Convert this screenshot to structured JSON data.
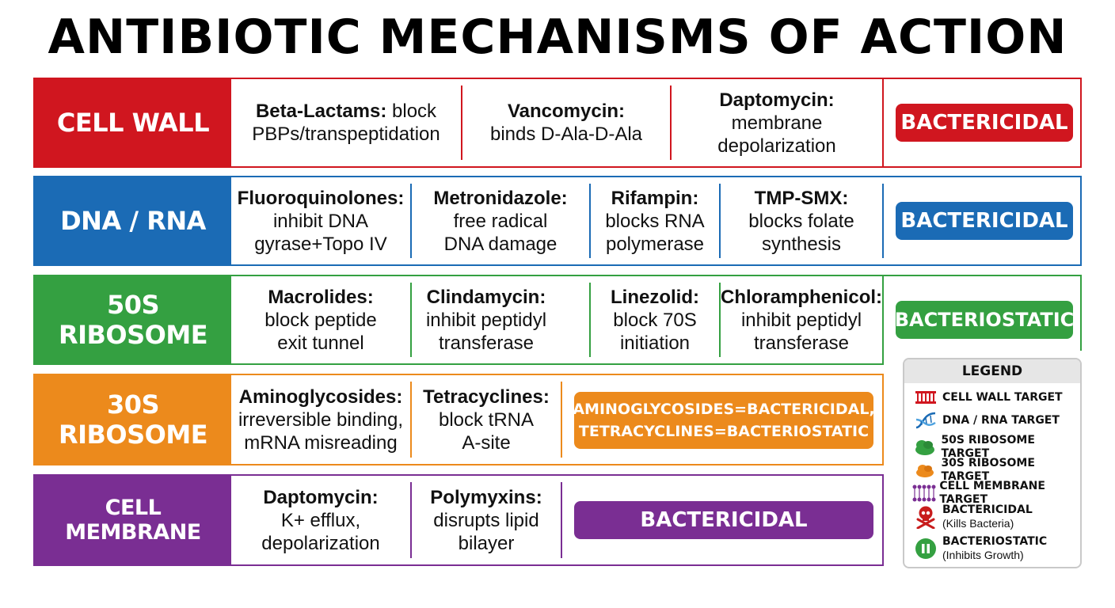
{
  "title": "ANTIBIOTIC MECHANISMS OF ACTION",
  "colors": {
    "red": "#d0161f",
    "blue": "#1b6bb5",
    "green": "#34a041",
    "orange": "#ec8a1c",
    "purple": "#7a2e93"
  },
  "rows": [
    {
      "category": "CELL WALL",
      "drugs": [
        {
          "name": "Beta-Lactams:",
          "desc_inline": " block",
          "desc": [
            "PBPs/transpeptidation"
          ]
        },
        {
          "name": "Vancomycin:",
          "desc": [
            "binds D-Ala-D-Ala"
          ]
        },
        {
          "name": "Daptomycin:",
          "desc": [
            "membrane",
            "depolarization"
          ]
        }
      ],
      "effect": "BACTERICIDAL"
    },
    {
      "category": "DNA / RNA",
      "drugs": [
        {
          "name": "Fluoroquinolones:",
          "desc": [
            "inhibit DNA",
            "gyrase+Topo IV"
          ]
        },
        {
          "name": "Metronidazole:",
          "desc": [
            "free radical",
            "DNA damage"
          ]
        },
        {
          "name": "Rifampin:",
          "desc": [
            "blocks RNA",
            "polymerase"
          ]
        },
        {
          "name": "TMP-SMX:",
          "desc": [
            "blocks folate",
            "synthesis"
          ]
        }
      ],
      "effect": "BACTERICIDAL"
    },
    {
      "category": "50S RIBOSOME",
      "drugs": [
        {
          "name": "Macrolides:",
          "desc": [
            "block peptide",
            "exit tunnel"
          ]
        },
        {
          "name": "Clindamycin:",
          "desc": [
            "inhibit peptidyl",
            "transferase"
          ]
        },
        {
          "name": "Linezolid:",
          "desc": [
            "block 70S",
            "initiation"
          ]
        },
        {
          "name": "Chloramphenicol:",
          "desc": [
            "inhibit peptidyl",
            "transferase"
          ]
        }
      ],
      "effect": "BACTERIOSTATIC"
    },
    {
      "category": "30S RIBOSOME",
      "drugs": [
        {
          "name": "Aminoglycosides:",
          "desc": [
            "irreversible binding,",
            "mRNA misreading"
          ]
        },
        {
          "name": "Tetracyclines:",
          "desc": [
            "block tRNA",
            "A-site"
          ]
        }
      ],
      "effect_lines": [
        "AMINOGLYCOSIDES=BACTERICIDAL,",
        "TETRACYCLINES=BACTERIOSTATIC"
      ]
    },
    {
      "category": "CELL MEMBRANE",
      "drugs": [
        {
          "name": "Daptomycin:",
          "desc": [
            "K+ efflux,",
            "depolarization"
          ]
        },
        {
          "name": "Polymyxins:",
          "desc": [
            "disrupts lipid",
            "bilayer"
          ]
        }
      ],
      "effect": "BACTERICIDAL"
    }
  ],
  "legend": {
    "title": "LEGEND",
    "items": [
      {
        "icon": "cell-wall-icon",
        "label": "CELL WALL TARGET"
      },
      {
        "icon": "dna-icon",
        "label": "DNA / RNA TARGET"
      },
      {
        "icon": "ribosome-50s-icon",
        "label": "50S RIBOSOME TARGET"
      },
      {
        "icon": "ribosome-30s-icon",
        "label": "30S RIBOSOME TARGET"
      },
      {
        "icon": "cell-membrane-icon",
        "label": "CELL MEMBRANE TARGET"
      },
      {
        "icon": "skull-crossbones-icon",
        "label": "BACTERICIDAL",
        "sub": "(Kills Bacteria)"
      },
      {
        "icon": "pause-icon",
        "label": "BACTERIOSTATIC",
        "sub": "(Inhibits Growth)"
      }
    ]
  }
}
